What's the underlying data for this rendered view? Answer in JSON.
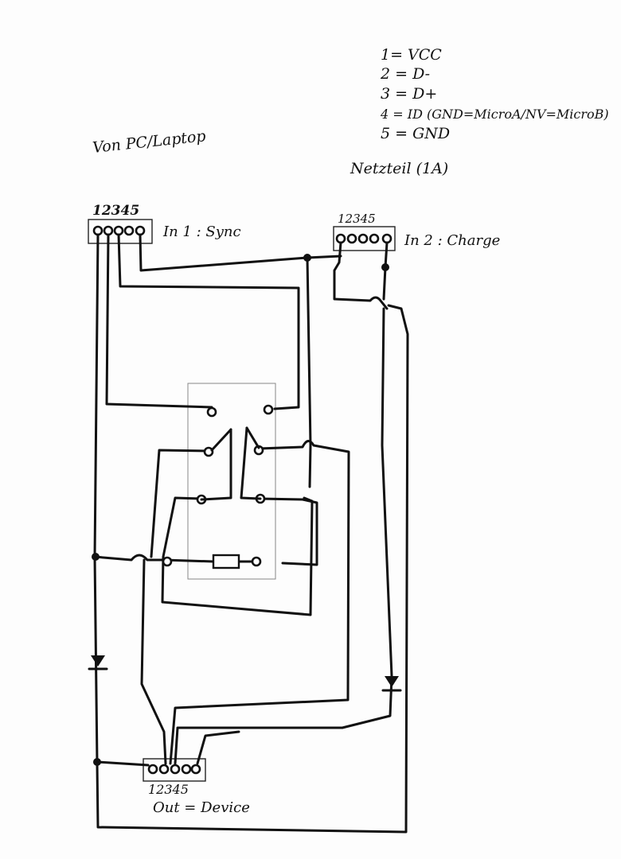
{
  "legend": {
    "line1": "1= VCC",
    "line2": "2 = D-",
    "line3": "3 = D+",
    "line4": "4 = ID (GND=MicroA/NV=MicroB)",
    "line5": "5 = GND"
  },
  "source_label": "Von PC/Laptop",
  "psu_label": "Netzteil (1A)",
  "in1": {
    "pins": "12345",
    "label": "In 1 : Sync"
  },
  "in2": {
    "pins": "12345",
    "label": "In 2 : Charge"
  },
  "out": {
    "pins": "12345",
    "label": "Out = Device"
  }
}
